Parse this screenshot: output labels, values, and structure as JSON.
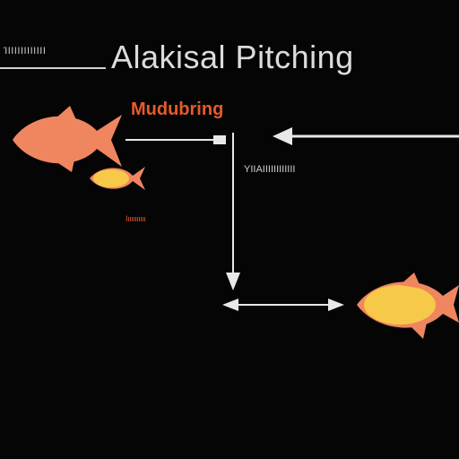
{
  "title": "Alakisal Pitching",
  "labels": {
    "top_left": "ΊΙΙΙΙΙΙΙΙΙΙΙΙ",
    "orange_heading": "Mudubring",
    "middle": "ΥΙΙΑΙΙΙΙΙΙΙΙΙΙΙΙ",
    "small_orange": "Ιιιιιιιιιιι"
  },
  "colors": {
    "background": "#050505",
    "title": "#dcdcdc",
    "line": "#e8e8e8",
    "fish_coral": "#f08660",
    "fish_yellow": "#f7c948",
    "label_orange": "#e85a2c"
  }
}
